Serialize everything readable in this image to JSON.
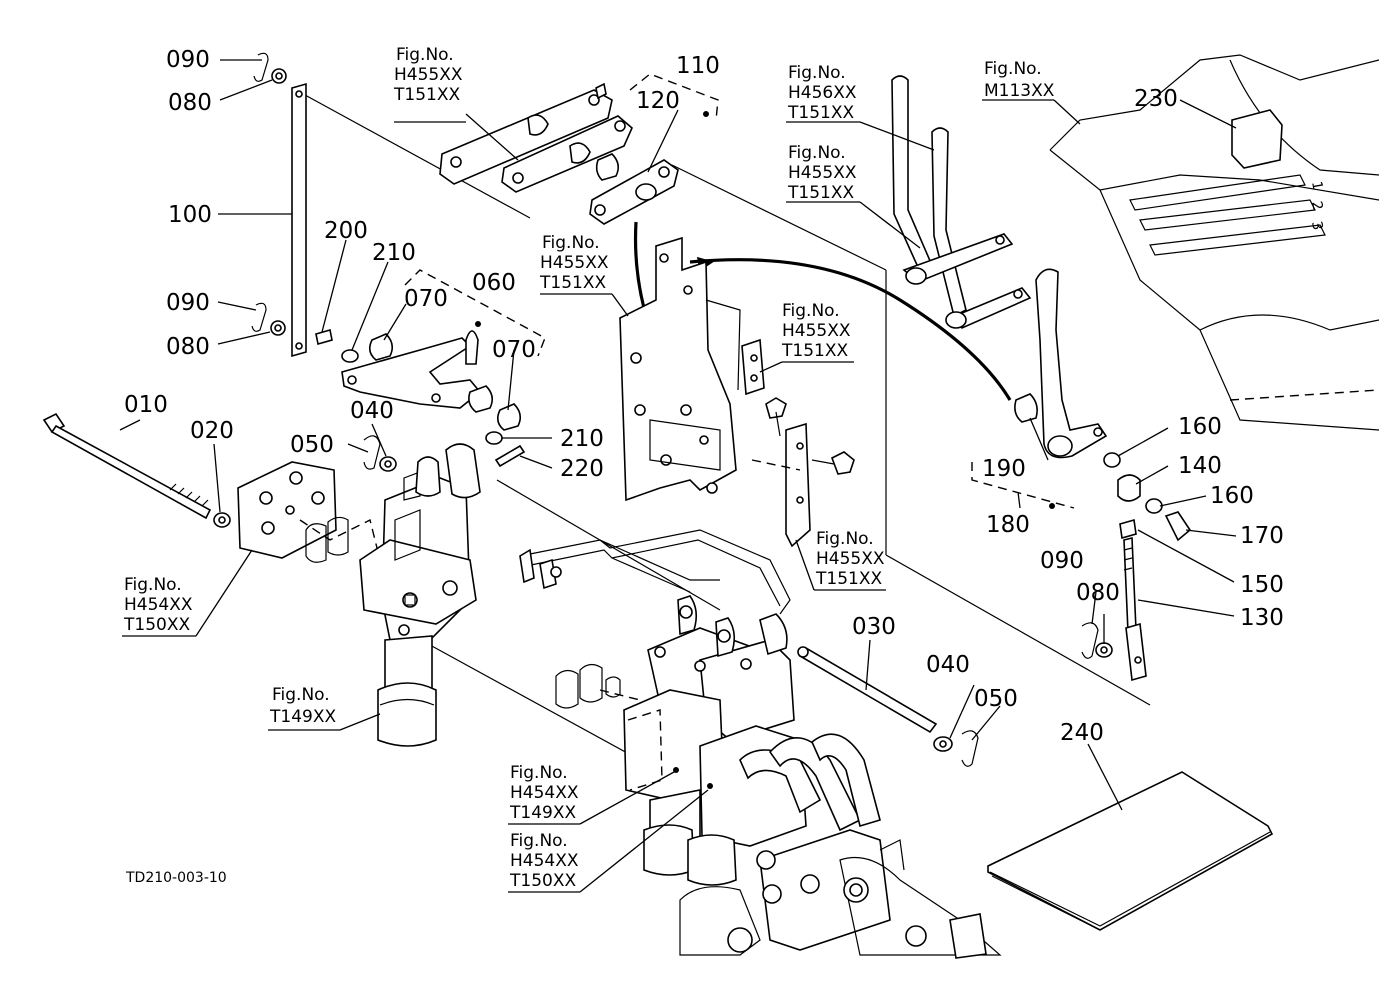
{
  "drawing_code": "TD210-003-10",
  "parts": [
    {
      "id": "p090a",
      "label": "090"
    },
    {
      "id": "p080a",
      "label": "080"
    },
    {
      "id": "p100",
      "label": "100"
    },
    {
      "id": "p090b",
      "label": "090"
    },
    {
      "id": "p080b",
      "label": "080"
    },
    {
      "id": "p200",
      "label": "200"
    },
    {
      "id": "p210a",
      "label": "210"
    },
    {
      "id": "p070a",
      "label": "070"
    },
    {
      "id": "p060",
      "label": "060"
    },
    {
      "id": "p070b",
      "label": "070"
    },
    {
      "id": "p010",
      "label": "010"
    },
    {
      "id": "p020",
      "label": "020"
    },
    {
      "id": "p040a",
      "label": "040"
    },
    {
      "id": "p050a",
      "label": "050"
    },
    {
      "id": "p210b",
      "label": "210"
    },
    {
      "id": "p220",
      "label": "220"
    },
    {
      "id": "p110",
      "label": "110"
    },
    {
      "id": "p120",
      "label": "120"
    },
    {
      "id": "p230",
      "label": "230"
    },
    {
      "id": "p160a",
      "label": "160"
    },
    {
      "id": "p140",
      "label": "140"
    },
    {
      "id": "p160b",
      "label": "160"
    },
    {
      "id": "p170",
      "label": "170"
    },
    {
      "id": "p190",
      "label": "190"
    },
    {
      "id": "p180",
      "label": "180"
    },
    {
      "id": "p150",
      "label": "150"
    },
    {
      "id": "p130",
      "label": "130"
    },
    {
      "id": "p090c",
      "label": "090"
    },
    {
      "id": "p080c",
      "label": "080"
    },
    {
      "id": "p030",
      "label": "030"
    },
    {
      "id": "p040b",
      "label": "040"
    },
    {
      "id": "p050b",
      "label": "050"
    },
    {
      "id": "p240",
      "label": "240"
    }
  ],
  "fig_refs": [
    {
      "id": "f1",
      "title": "Fig.No.",
      "codes": [
        "H455XX",
        "T151XX"
      ]
    },
    {
      "id": "f2",
      "title": "Fig.No.",
      "codes": [
        "H455XX",
        "T151XX"
      ]
    },
    {
      "id": "f3",
      "title": "Fig.No.",
      "codes": [
        "H455XX",
        "T151XX"
      ]
    },
    {
      "id": "f4",
      "title": "Fig.No.",
      "codes": [
        "H455XX",
        "T151XX"
      ]
    },
    {
      "id": "f5",
      "title": "Fig.No.",
      "codes": [
        "H456XX",
        "T151XX"
      ]
    },
    {
      "id": "f6",
      "title": "Fig.No.",
      "codes": [
        "H455XX",
        "T151XX"
      ]
    },
    {
      "id": "f7",
      "title": "Fig.No.",
      "codes": [
        "M113XX"
      ]
    },
    {
      "id": "f8",
      "title": "Fig.No.",
      "codes": [
        "H454XX",
        "T150XX"
      ]
    },
    {
      "id": "f9",
      "title": "Fig.No.",
      "codes": [
        "T149XX"
      ]
    },
    {
      "id": "f10",
      "title": "Fig.No.",
      "codes": [
        "H454XX",
        "T149XX"
      ]
    },
    {
      "id": "f11",
      "title": "Fig.No.",
      "codes": [
        "H454XX",
        "T150XX"
      ]
    }
  ],
  "gate_marks": [
    "1",
    "2",
    "3"
  ]
}
